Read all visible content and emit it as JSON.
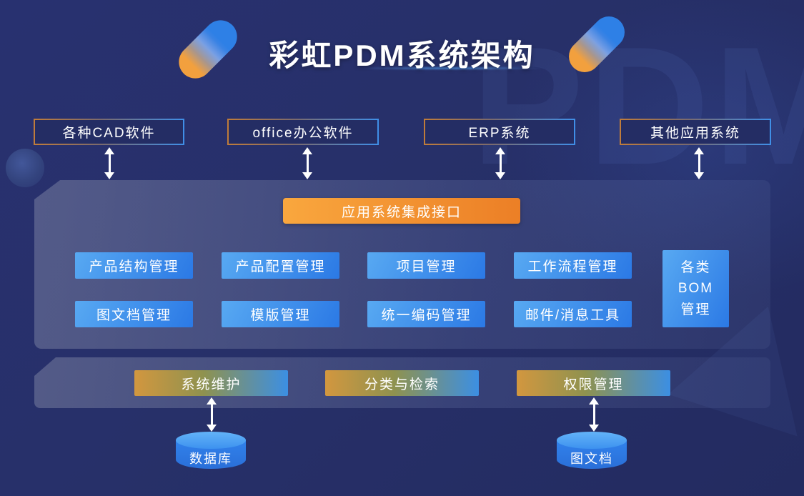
{
  "page": {
    "title": "彩虹PDM系统架构",
    "watermark": "PDM"
  },
  "external_systems": [
    {
      "label": "各种CAD软件"
    },
    {
      "label": "office办公软件"
    },
    {
      "label": "ERP系统"
    },
    {
      "label": "其他应用系统"
    }
  ],
  "integration": {
    "label": "应用系统集成接口"
  },
  "modules": {
    "row1": [
      "产品结构管理",
      "产品配置管理",
      "项目管理",
      "工作流程管理"
    ],
    "row2": [
      "图文档管理",
      "模版管理",
      "统一编码管理",
      "邮件/消息工具"
    ],
    "side": "各类\nBOM\n管理"
  },
  "services": [
    "系统维护",
    "分类与检索",
    "权限管理"
  ],
  "storages": [
    {
      "label": "数据库"
    },
    {
      "label": "图文档"
    }
  ],
  "colors": {
    "background": "#273069",
    "accent_orange": "#f09b32",
    "accent_blue": "#2e7fe6",
    "module_gradient_start": "#58a9f2",
    "module_gradient_end": "#2b79e5",
    "service_gradient_start": "#d2973f",
    "service_gradient_end": "#3c8fe3",
    "text": "#ffffff"
  }
}
